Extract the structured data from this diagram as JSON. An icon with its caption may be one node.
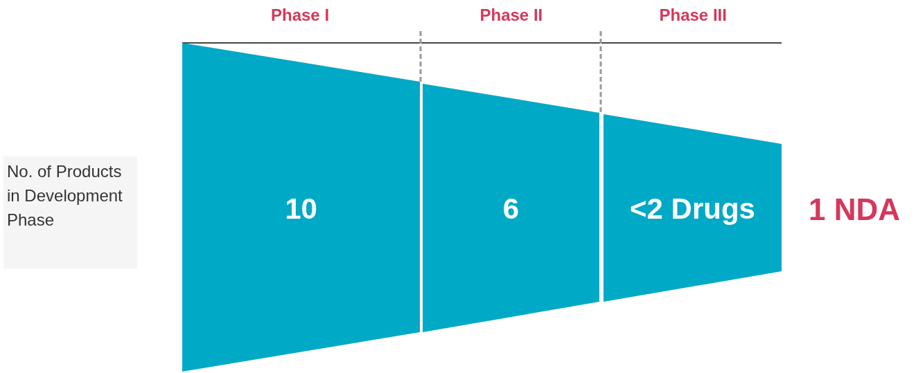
{
  "diagram": {
    "nodes": [
      {
        "text": [
          "No. of Products in Development Phase"
        ]
      },
      {
        "text": [
          "10"
        ]
      },
      {
        "text": [
          "6"
        ]
      },
      {
        "text": [
          "<2 Drugs"
        ]
      }
    ],
    "labels": [
      "Phase I",
      "Phase II",
      "Phase III",
      "1 NDA"
    ]
  }
}
